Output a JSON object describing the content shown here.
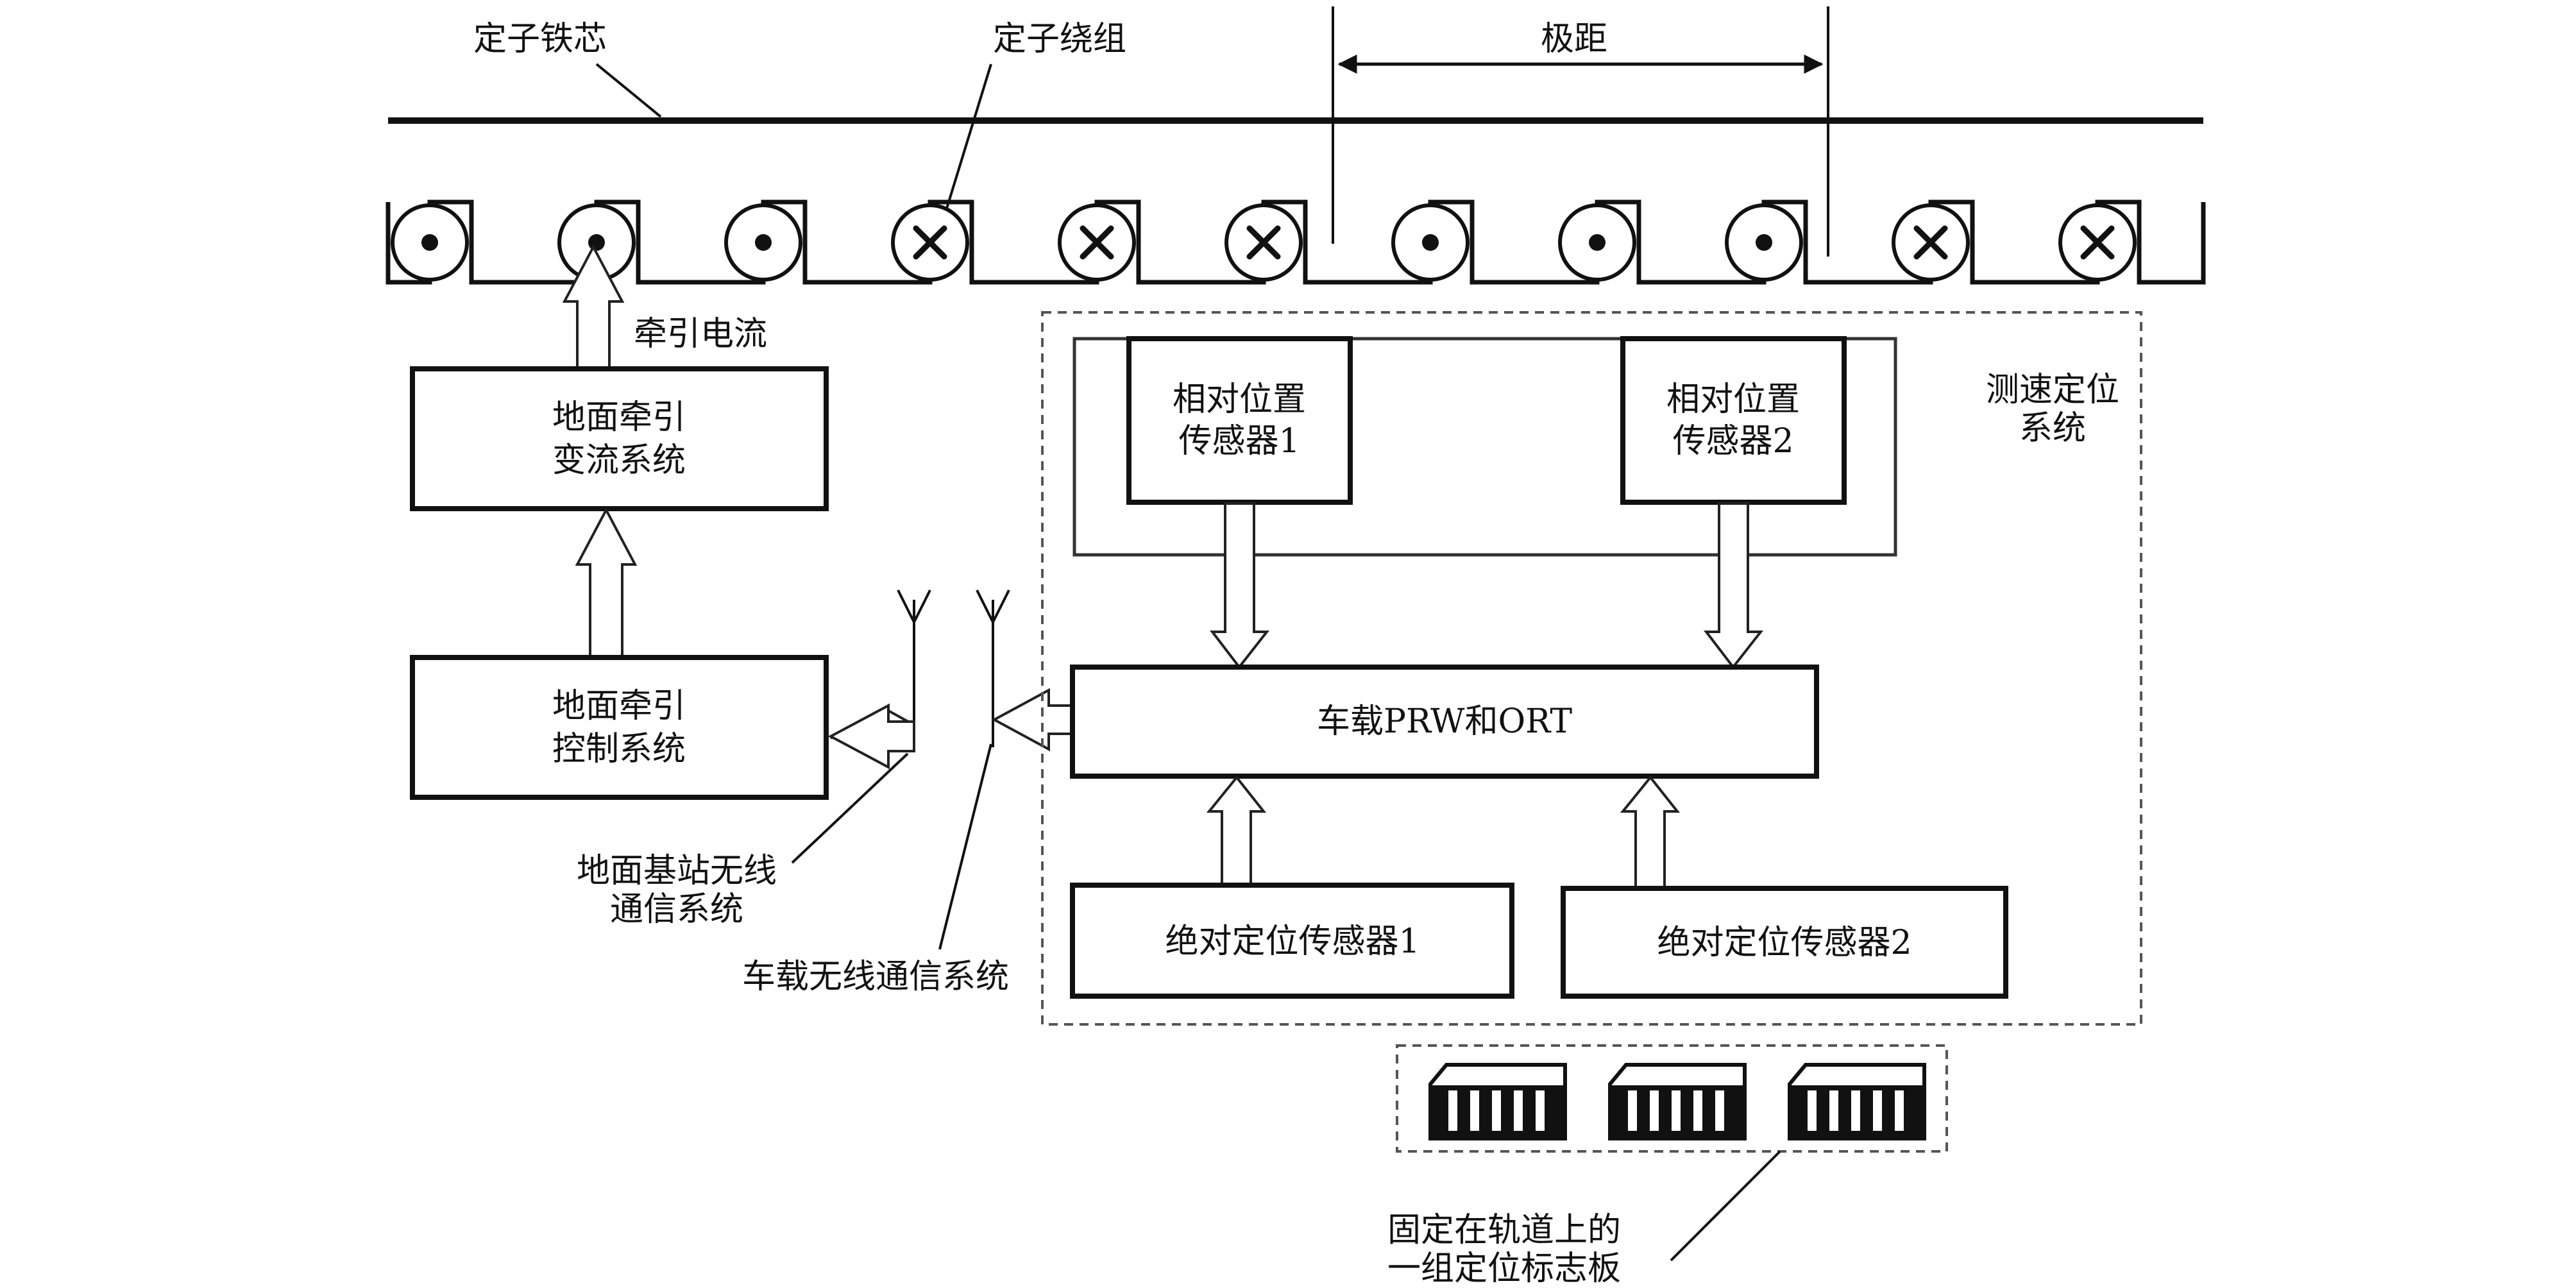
{
  "labels": {
    "stator_core": "定子铁芯",
    "stator_winding": "定子绕组",
    "pole_pitch": "极距",
    "traction_current": "牵引电流",
    "speed_positioning": [
      "测速定位",
      "系统"
    ],
    "ground_base_station": [
      "地面基站无线",
      "通信系统"
    ],
    "onboard_wireless": "车载无线通信系统",
    "fixed_markers": [
      "固定在轨道上的",
      "一组定位标志板"
    ]
  },
  "boxes": {
    "converter": [
      "地面牵引",
      "变流系统"
    ],
    "control": [
      "地面牵引",
      "控制系统"
    ],
    "rel_sensor_1": [
      "相对位置",
      "传感器1"
    ],
    "rel_sensor_2": [
      "相对位置",
      "传感器2"
    ],
    "prw_ort": "车载PRW和ORT",
    "abs_sensor_1": "绝对定位传感器1",
    "abs_sensor_2": "绝对定位传感器2"
  },
  "windings": [
    "dot",
    "dot",
    "dot",
    "cross",
    "cross",
    "cross",
    "dot",
    "dot",
    "dot",
    "cross",
    "cross"
  ],
  "marker_plates": 3
}
